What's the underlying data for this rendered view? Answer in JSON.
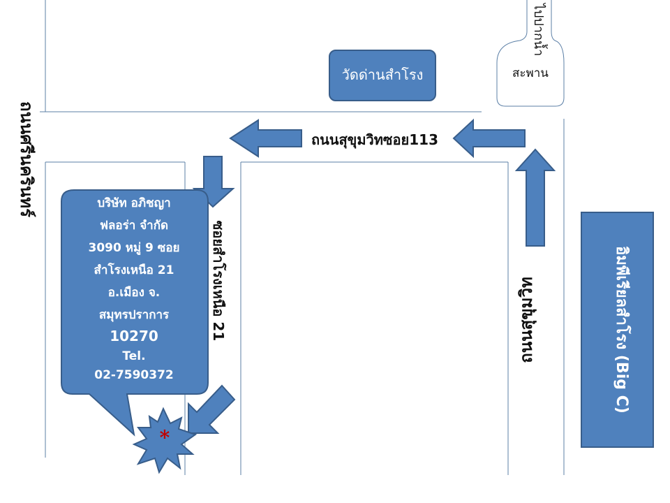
{
  "landmarks": {
    "temple": "วัดด่านสำโรง",
    "bridge_line1": "ไปปากน้ำ",
    "bridge_line2": "สะพาน",
    "mall": "อิมพีเรียลสำโรง (Big C)"
  },
  "roads": {
    "soi113": "ถนนสุขุมวิทซอย113",
    "west_road": "ถนนศรีนครินทร์",
    "sukhumvit": "ถนนสุขุมวิท",
    "soi21": "ซอยสำโรงเหนือ 21"
  },
  "company": {
    "lines": [
      "บริษัท อภิชญา",
      "ฟลอร่า จำกัด",
      "3090 หมู่ 9 ซอย",
      "สำโรงเหนือ 21",
      "อ.เมือง จ.",
      "สมุทรปราการ",
      "10270",
      "Tel.",
      "02-7590372"
    ]
  },
  "marker": "*",
  "colors": {
    "box_fill": "#4f81bd",
    "box_stroke": "#385d8a",
    "road_line": "#5b7fa6",
    "marker": "#c00000"
  }
}
